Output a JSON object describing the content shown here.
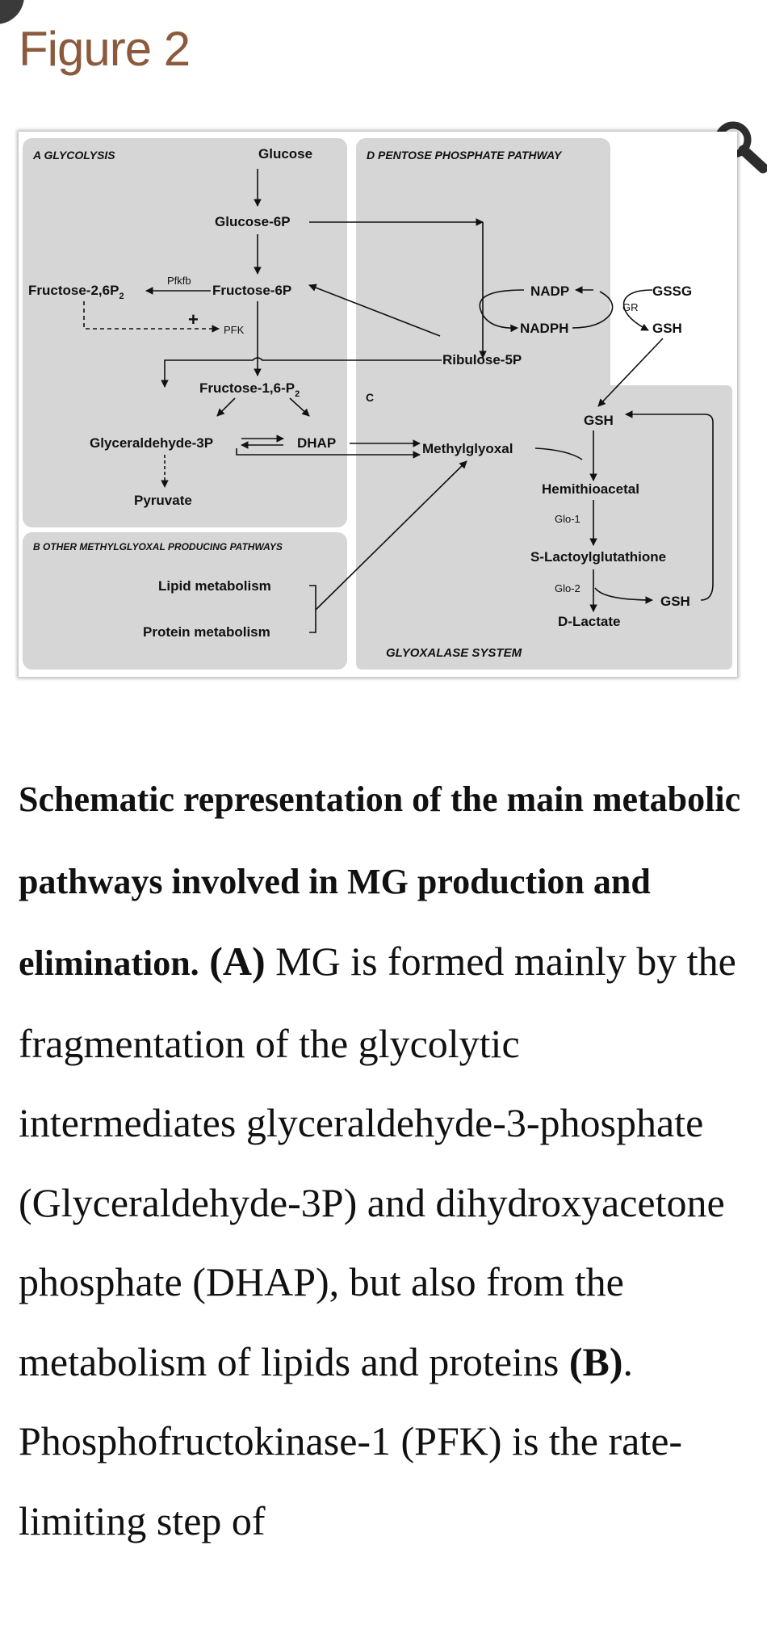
{
  "figure": {
    "title": "Figure 2",
    "panels": {
      "a": "A GLYCOLYSIS",
      "b": "B OTHER METHYLGLYOXAL PRODUCING PATHWAYS",
      "c": "C",
      "d": "D PENTOSE PHOSPHATE PATHWAY",
      "glyoxalase": "GLYOXALASE SYSTEM"
    },
    "nodes": {
      "glucose": "Glucose",
      "glucose6p": "Glucose-6P",
      "fructose26p2": "Fructose-2,6P",
      "fructose26p2_sub": "2",
      "pfkfb": "Pfkfb",
      "fructose6p": "Fructose-6P",
      "plus": "+",
      "pfk": "PFK",
      "fructose16p2": "Fructose-1,6-P",
      "fructose16p2_sub": "2",
      "g3p": "Glyceraldehyde-3P",
      "dhap": "DHAP",
      "pyruvate": "Pyruvate",
      "lipid": "Lipid metabolism",
      "protein": "Protein metabolism",
      "nadp": "NADP",
      "nadph": "NADPH",
      "ribulose": "Ribulose-5P",
      "gssg": "GSSG",
      "gr": "GR",
      "gsh_right": "GSH",
      "methylglyoxal": "Methylglyoxal",
      "gsh_center": "GSH",
      "hemithioacetal": "Hemithioacetal",
      "glo1": "Glo-1",
      "slactoyl": "S-Lactoylglutathione",
      "glo2": "Glo-2",
      "gsh_lower": "GSH",
      "dlactate": "D-Lactate"
    }
  },
  "zoom_icon": "magnifier-icon",
  "caption": {
    "bold_lead": "Schematic representation of the main metabolic pathways involved in MG production and elimination.",
    "a_label": "(A)",
    "text1": " MG is formed mainly by the fragmentation of the glycolytic intermediates glyceraldehyde-3-phosphate (Glyceraldehyde-3P) and dihydroxyacetone phosphate (DHAP), but also from the metabolism of lipids and proteins ",
    "b_label": "(B)",
    "text2": ". Phosphofructokinase-1 (PFK) is the rate-limiting step of"
  },
  "colors": {
    "title": "#8b5a3c",
    "panel_bg": "#d6d6d6",
    "text": "#111111"
  }
}
